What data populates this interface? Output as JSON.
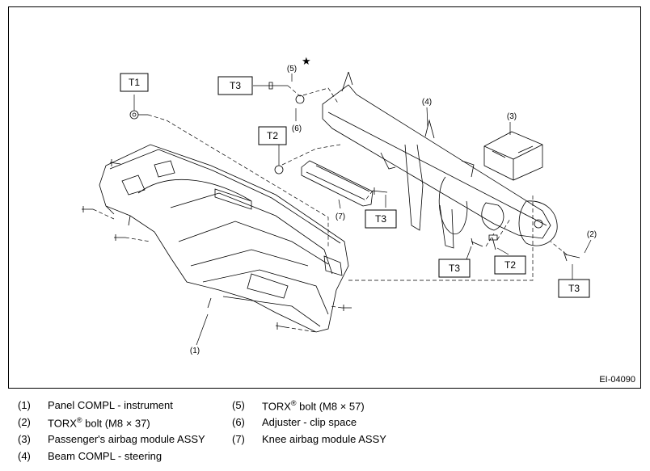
{
  "diagram": {
    "id": "EI-04090",
    "torque_labels": [
      "T1",
      "T2",
      "T3",
      "T3",
      "T3",
      "T2",
      "T3"
    ],
    "callouts": [
      "(1)",
      "(2)",
      "(3)",
      "(4)",
      "(5)",
      "(6)",
      "(7)"
    ],
    "star": "★"
  },
  "legend": [
    {
      "num": "(1)",
      "pre": "Panel COMPL - instrument",
      "sup": "",
      "post": ""
    },
    {
      "num": "(2)",
      "pre": "TORX",
      "sup": "®",
      "post": " bolt (M8 × 37)"
    },
    {
      "num": "(3)",
      "pre": "Passenger's airbag module ASSY",
      "sup": "",
      "post": ""
    },
    {
      "num": "(4)",
      "pre": "Beam COMPL - steering",
      "sup": "",
      "post": ""
    },
    {
      "num": "(5)",
      "pre": "TORX",
      "sup": "®",
      "post": " bolt (M8 × 57)"
    },
    {
      "num": "(6)",
      "pre": "Adjuster - clip space",
      "sup": "",
      "post": ""
    },
    {
      "num": "(7)",
      "pre": "Knee airbag module ASSY",
      "sup": "",
      "post": ""
    }
  ]
}
